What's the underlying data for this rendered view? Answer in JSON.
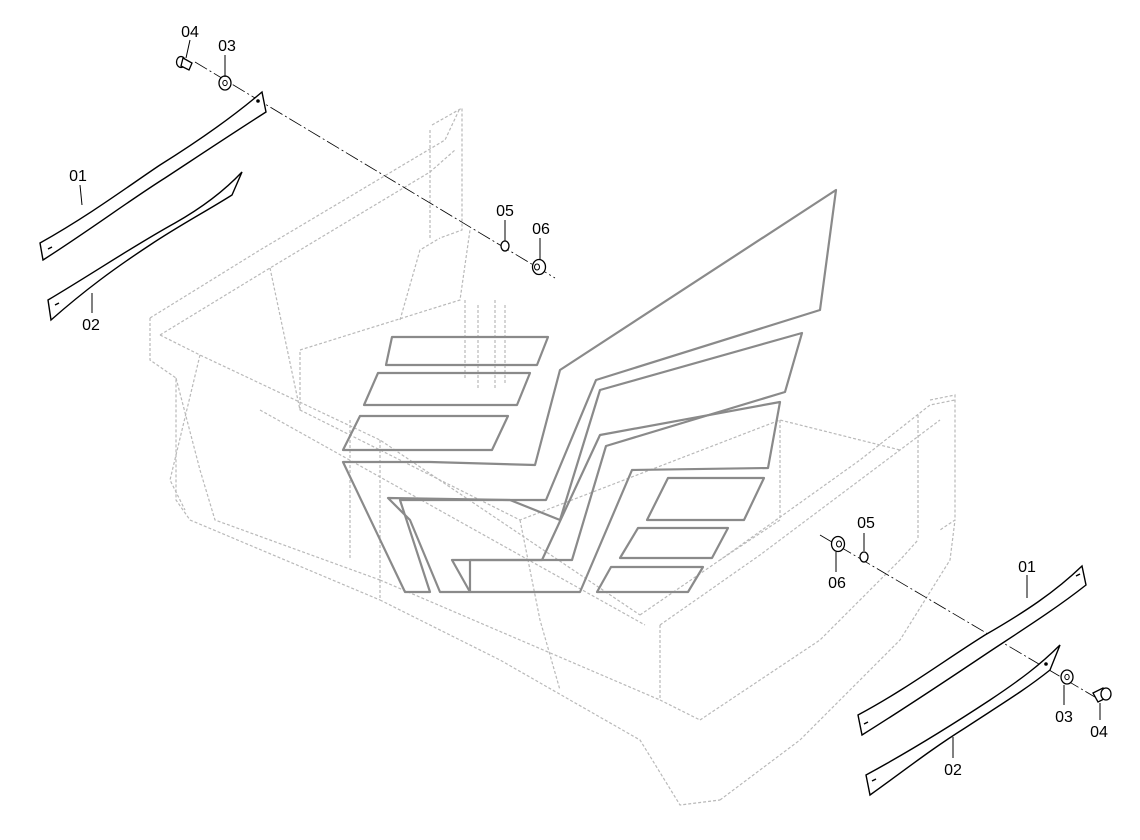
{
  "callouts": {
    "top_left": {
      "p04": "04",
      "p03": "03",
      "p01": "01",
      "p02": "02",
      "p05": "05",
      "p06": "06"
    },
    "bottom_right": {
      "p05": "05",
      "p06": "06",
      "p01": "01",
      "p03": "03",
      "p04": "04",
      "p02": "02"
    }
  },
  "colors": {
    "line": "#000000",
    "frame": "#b9b9b9",
    "watermark": "#8a8a8a",
    "background": "#ffffff"
  }
}
